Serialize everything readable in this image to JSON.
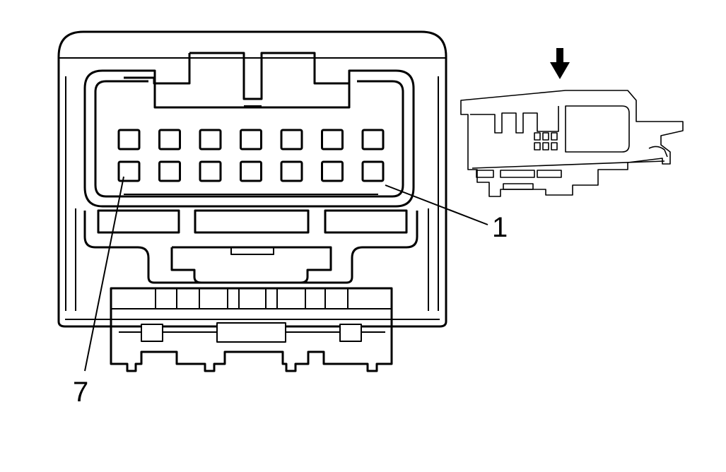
{
  "diagram": {
    "callouts": {
      "pin_first": "1",
      "pin_last": "7"
    },
    "pins_per_row": 7,
    "colors": {
      "stroke": "#000000",
      "background": "#ffffff",
      "side_view_fill": "#ffffff"
    },
    "icons": {
      "insertion_arrow": "down-arrow-icon"
    }
  }
}
